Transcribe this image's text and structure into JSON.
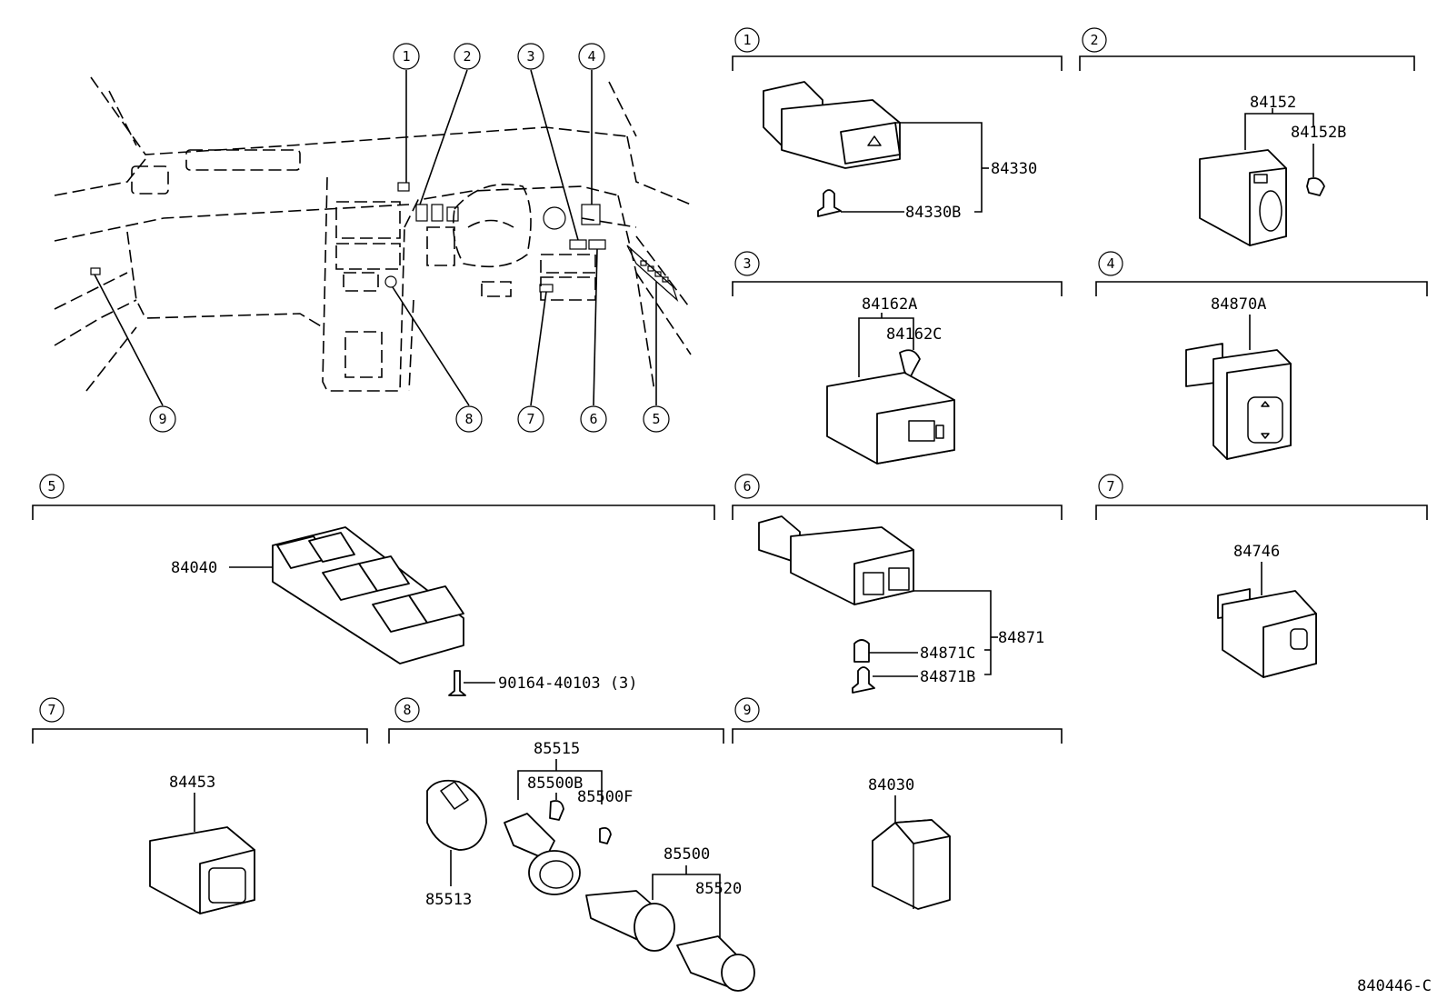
{
  "callouts": [
    "1",
    "2",
    "3",
    "4",
    "5",
    "6",
    "7",
    "8",
    "9"
  ],
  "sections": {
    "s1": {
      "num": "1",
      "parts": [
        "84330",
        "84330B"
      ]
    },
    "s2": {
      "num": "2",
      "parts": [
        "84152",
        "84152B"
      ]
    },
    "s3": {
      "num": "3",
      "parts": [
        "84162A",
        "84162C"
      ]
    },
    "s4": {
      "num": "4",
      "parts": [
        "84870A"
      ]
    },
    "s5": {
      "num": "5",
      "parts": [
        "84040",
        "90164-40103 (3)"
      ]
    },
    "s6": {
      "num": "6",
      "parts": [
        "84871",
        "84871C",
        "84871B"
      ]
    },
    "s7a": {
      "num": "7",
      "parts": [
        "84746"
      ]
    },
    "s7b": {
      "num": "7",
      "parts": [
        "84453"
      ]
    },
    "s8": {
      "num": "8",
      "parts": [
        "85515",
        "85500B",
        "85500F",
        "85513",
        "85500",
        "85520"
      ]
    },
    "s9": {
      "num": "9",
      "parts": [
        "84030"
      ]
    }
  },
  "diagram_code": "840446-C"
}
